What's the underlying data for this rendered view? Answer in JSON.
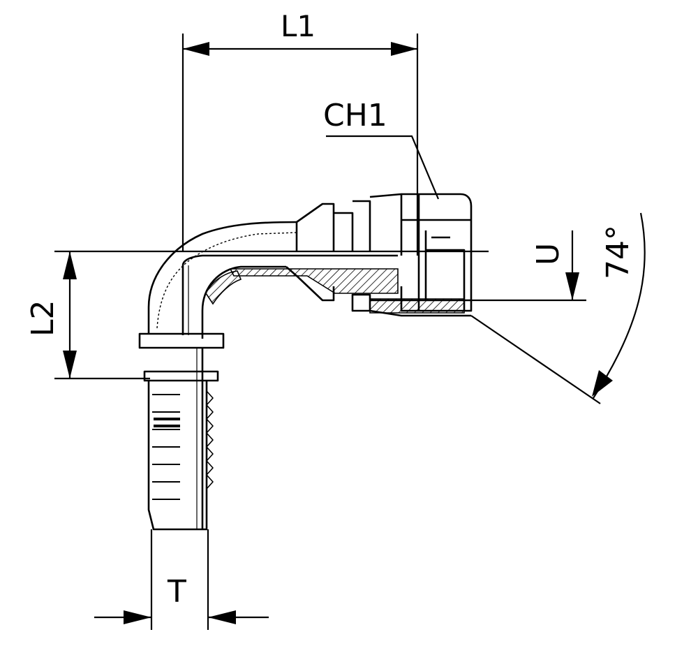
{
  "labels": {
    "L1": "L1",
    "CH1": "CH1",
    "L2": "L2",
    "U": "U",
    "angle": "74°",
    "T": "T"
  },
  "colors": {
    "line": "#000000",
    "background": "#ffffff"
  }
}
